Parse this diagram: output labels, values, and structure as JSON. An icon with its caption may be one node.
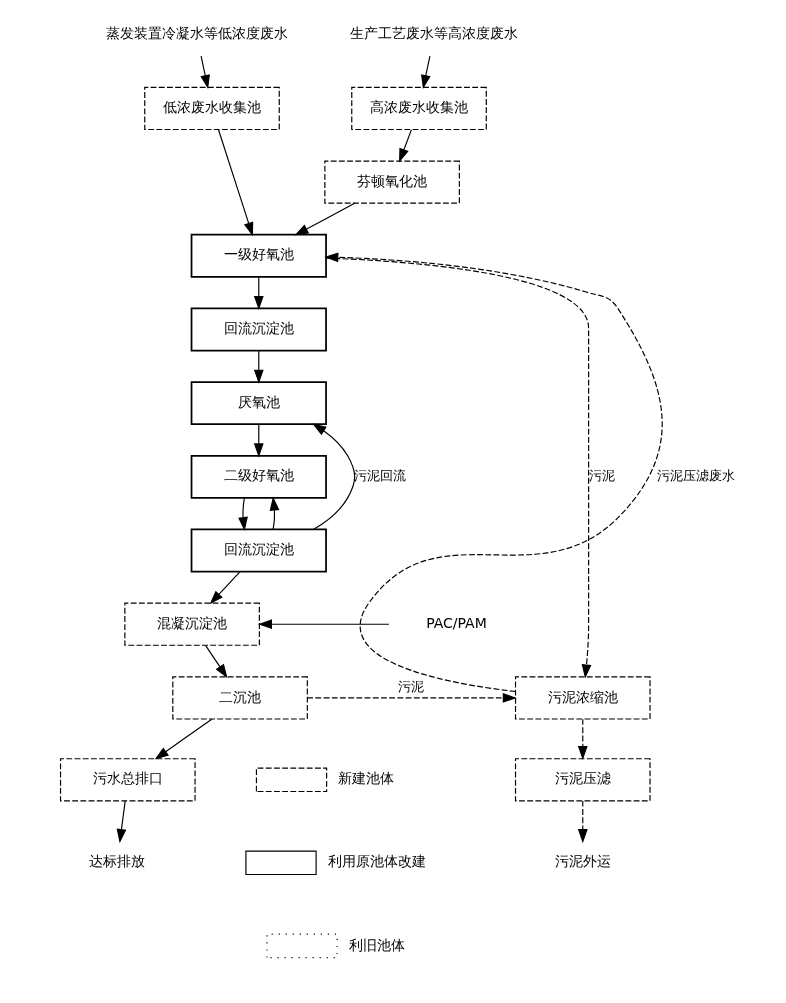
{
  "diagram": {
    "nodes": [
      {
        "text": [
          "蒸发装置冷凝水等低浓度废水"
        ]
      },
      {
        "text": [
          "生产工艺废水等高浓度废水"
        ]
      },
      {
        "text": [
          "低浓废水收集池"
        ]
      },
      {
        "text": [
          "高浓废水收集池"
        ]
      },
      {
        "text": [
          "芬顿氧化池"
        ]
      },
      {
        "text": [
          "一级好氧池"
        ]
      },
      {
        "text": [
          "回流沉淀池"
        ]
      },
      {
        "text": [
          "厌氧池"
        ]
      },
      {
        "text": [
          "二级好氧池"
        ]
      },
      {
        "text": [
          "回流沉淀池"
        ]
      },
      {
        "text": [
          "PAC/PAM"
        ]
      },
      {
        "text": [
          "混凝沉淀池"
        ]
      },
      {
        "text": [
          "二沉池"
        ]
      },
      {
        "text": [
          "污水总排口"
        ]
      },
      {
        "text": [
          "达标排放"
        ]
      },
      {
        "text": [
          "污泥浓缩池"
        ]
      },
      {
        "text": [
          "污泥压滤"
        ]
      },
      {
        "text": [
          "污泥外运"
        ]
      }
    ],
    "edges": [
      {
        "from": 0,
        "to": 2,
        "arrow": "to"
      },
      {
        "from": 1,
        "to": 3,
        "arrow": "to"
      },
      {
        "from": 2,
        "to": 5,
        "arrow": "to"
      },
      {
        "from": 3,
        "to": 4,
        "arrow": "to"
      },
      {
        "from": 4,
        "to": 5,
        "arrow": "to"
      },
      {
        "from": 5,
        "to": 6,
        "arrow": "to"
      },
      {
        "from": 6,
        "to": 7,
        "arrow": "to"
      },
      {
        "from": 7,
        "to": 8,
        "arrow": "to"
      },
      {
        "from": 8,
        "to": 9,
        "arrow": "to"
      },
      {
        "from": 9,
        "to": 7,
        "arrow": "to",
        "label": "污泥回流"
      },
      {
        "from": 9,
        "to": 8,
        "arrow": "to"
      },
      {
        "from": 9,
        "to": 11,
        "arrow": "to"
      },
      {
        "from": 10,
        "to": 11,
        "arrow": "to"
      },
      {
        "from": 11,
        "to": 12,
        "arrow": "to"
      },
      {
        "from": 12,
        "to": 13,
        "arrow": "to"
      },
      {
        "from": 13,
        "to": 14,
        "arrow": "to"
      },
      {
        "from": 5,
        "to": 15,
        "arrow": "to",
        "label": "污泥",
        "style": "dashed"
      },
      {
        "from": 12,
        "to": 15,
        "arrow": "to",
        "label": "污泥",
        "style": "dashed"
      },
      {
        "from": 15,
        "to": 5,
        "arrow": "to",
        "label": "污泥压滤废水",
        "style": "dashed"
      },
      {
        "from": 15,
        "to": 16,
        "arrow": "to",
        "style": "dashed"
      },
      {
        "from": 16,
        "to": 17,
        "arrow": "to",
        "style": "dashed"
      }
    ],
    "legend": [
      {
        "text": "新建池体"
      },
      {
        "text": "利用原池体改建"
      },
      {
        "text": "利旧池体"
      }
    ]
  }
}
